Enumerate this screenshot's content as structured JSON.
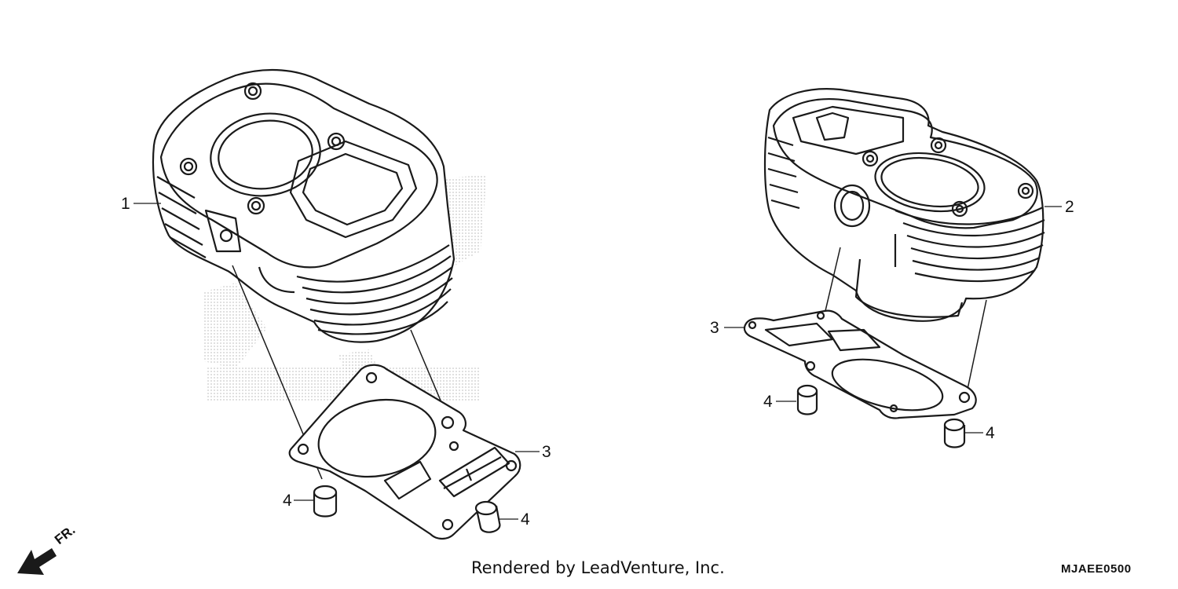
{
  "callouts": {
    "left_cylinder": "1",
    "right_cylinder": "2",
    "left_gasket": "3",
    "right_gasket": "3",
    "dowel_left_a": "4",
    "dowel_left_b": "4",
    "dowel_right_a": "4",
    "dowel_right_b": "4"
  },
  "direction_label": "FR.",
  "credit": "Rendered by LeadVenture, Inc.",
  "diagram_code": "MJAEE0500",
  "icons": [
    "front-direction-arrow-icon",
    "watermark-logo"
  ],
  "colors": {
    "line": "#1a1a1a",
    "watermark": "#d4d4d4",
    "background": "#ffffff"
  }
}
